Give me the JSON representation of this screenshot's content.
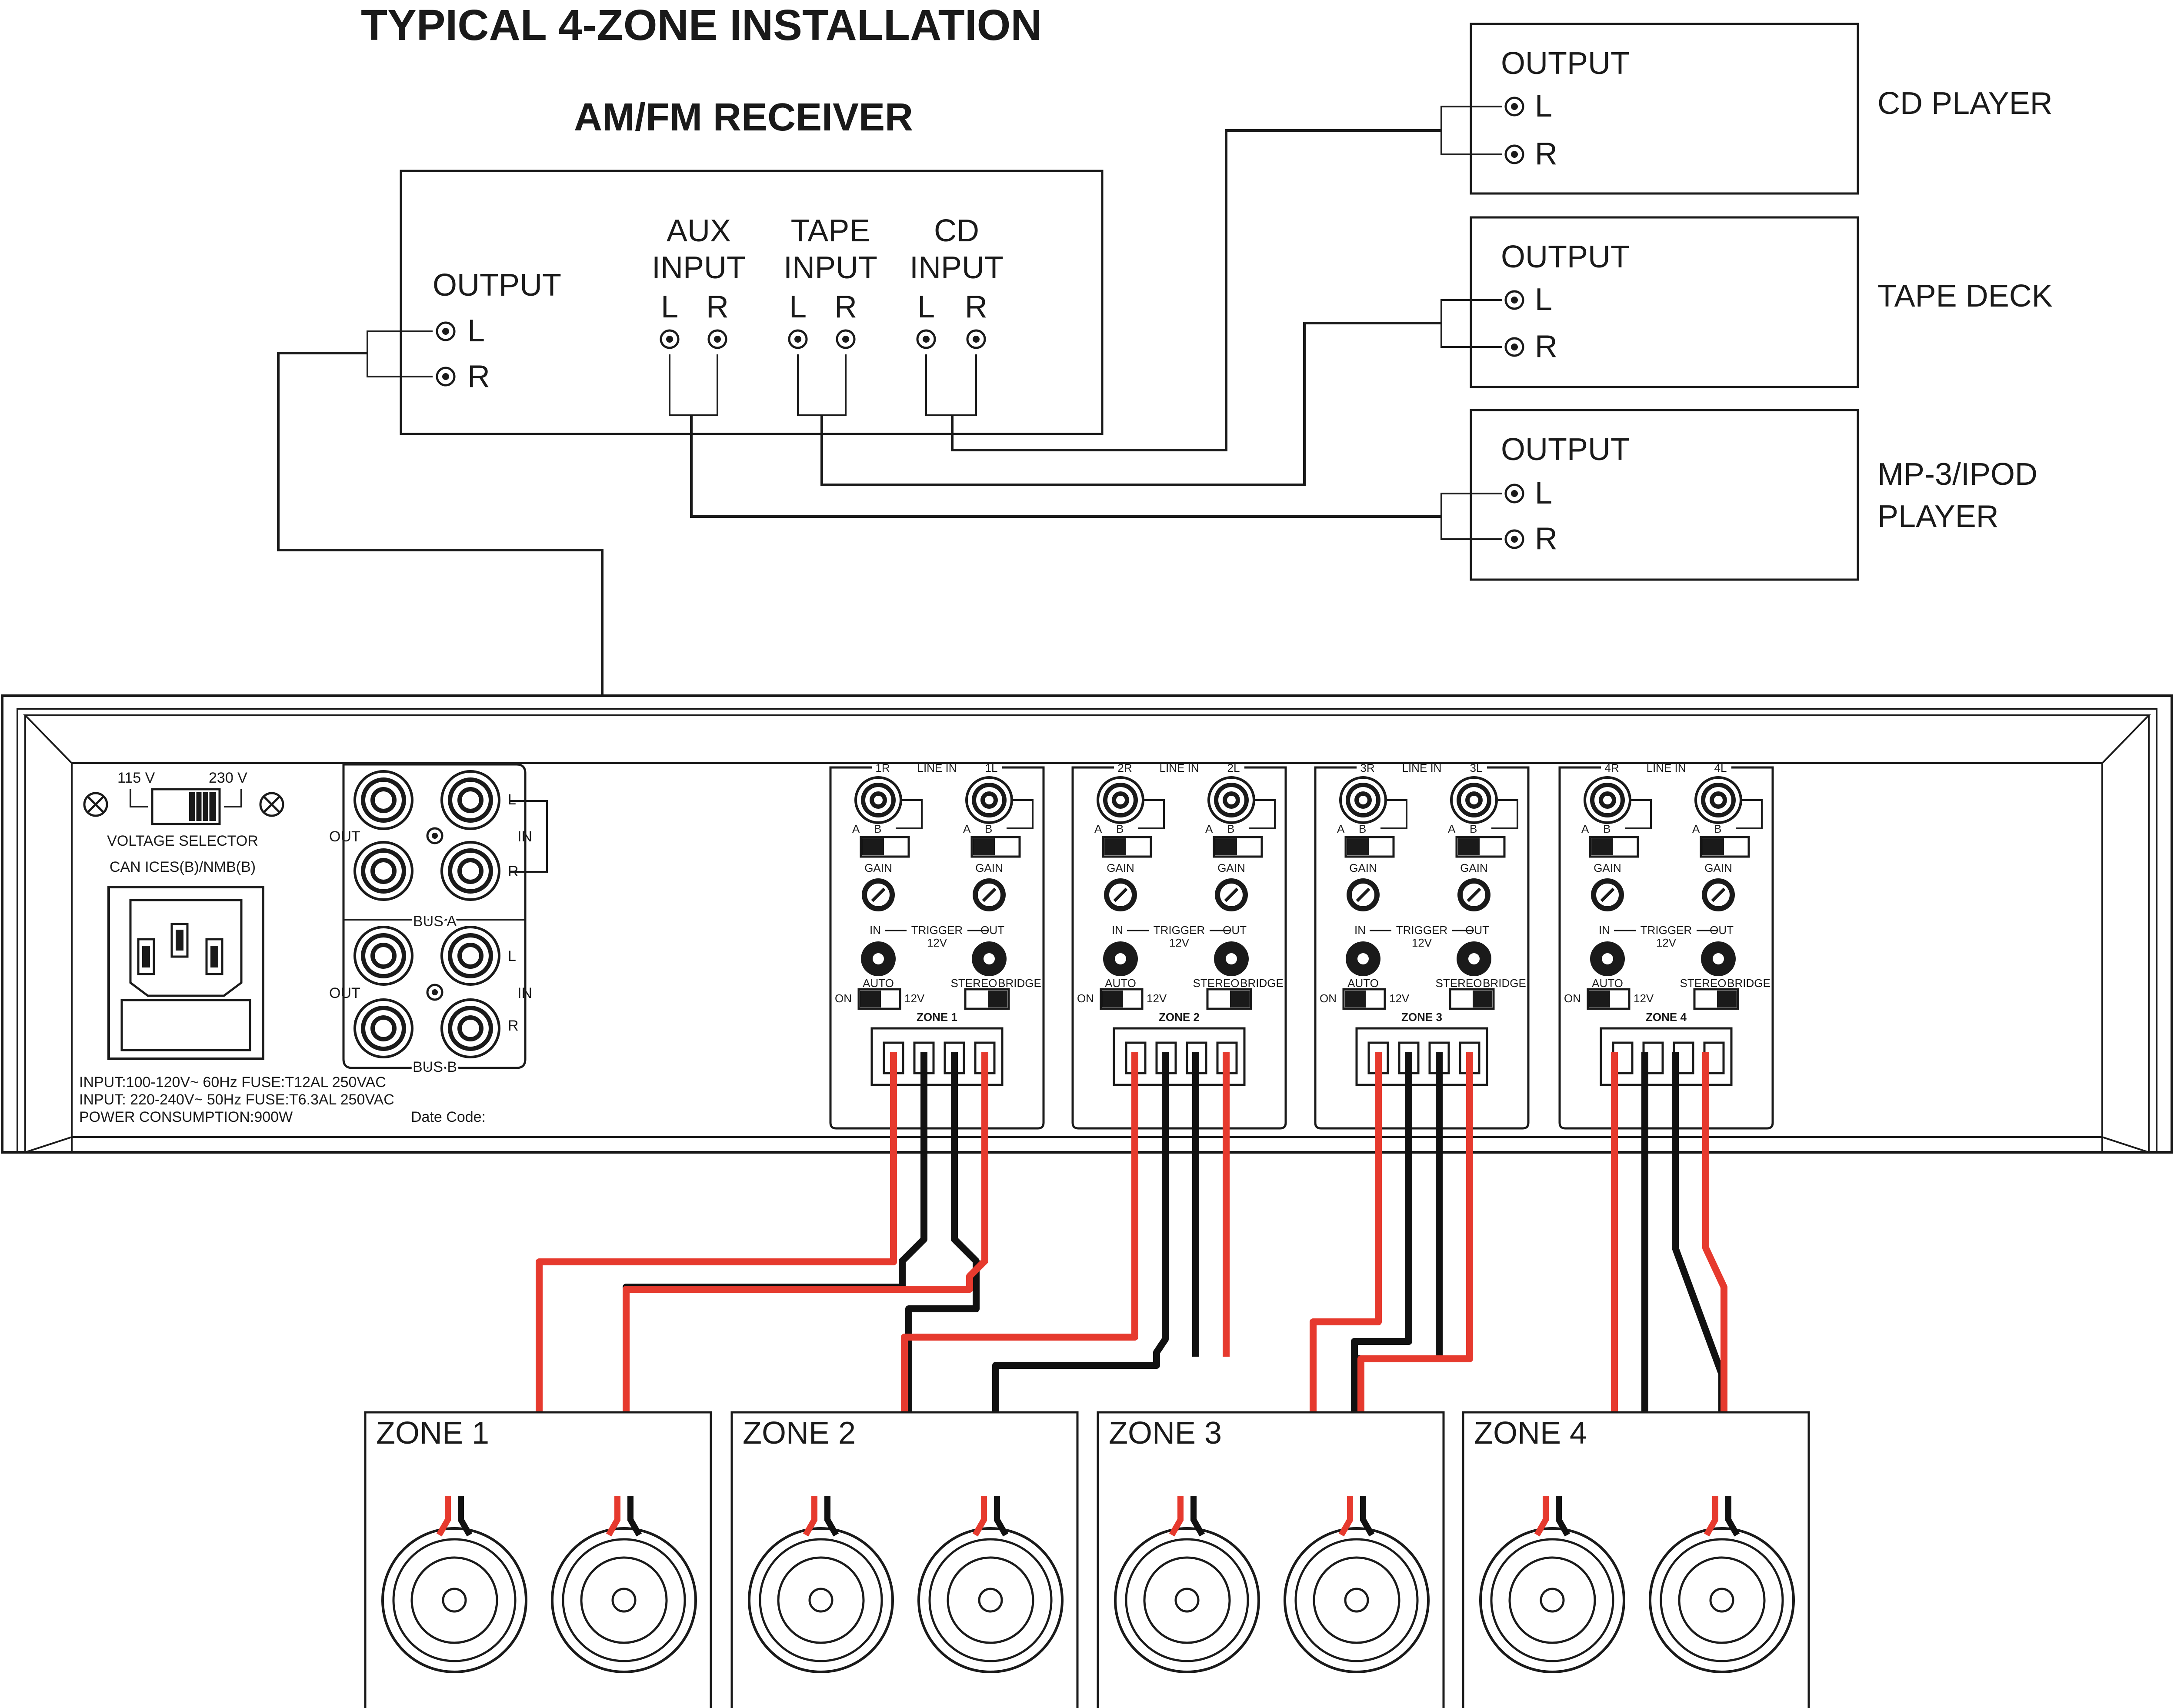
{
  "title": "TYPICAL 4-ZONE INSTALLATION",
  "receiver": {
    "title": "AM/FM RECEIVER",
    "output_label": "OUTPUT",
    "inputs": [
      {
        "line1": "AUX",
        "line2": "INPUT"
      },
      {
        "line1": "TAPE",
        "line2": "INPUT"
      },
      {
        "line1": "CD",
        "line2": "INPUT"
      }
    ]
  },
  "channels": {
    "left": "L",
    "right": "R"
  },
  "sources": [
    {
      "output_label": "OUTPUT",
      "name_line1": "CD PLAYER",
      "name_line2": ""
    },
    {
      "output_label": "OUTPUT",
      "name_line1": "TAPE DECK",
      "name_line2": ""
    },
    {
      "output_label": "OUTPUT",
      "name_line1": "MP-3/IPOD",
      "name_line2": "PLAYER"
    }
  ],
  "amplifier": {
    "voltage_115": "115 V",
    "voltage_230": "230 V",
    "voltage_selector": "VOLTAGE SELECTOR",
    "compliance": "CAN ICES(B)/NMB(B)",
    "spec_line1": "INPUT:100-120V~ 60Hz FUSE:T12AL 250VAC",
    "spec_line2": "INPUT: 220-240V~ 50Hz FUSE:T6.3AL 250VAC",
    "spec_line3": "POWER CONSUMPTION:900W",
    "date_code": "Date Code:",
    "bus_a": "BUS A",
    "bus_b": "BUS B",
    "out": "OUT",
    "in": "IN",
    "line_in": "LINE IN",
    "gain": "GAIN",
    "trigger": "TRIGGER",
    "trigger_in": "IN",
    "trigger_out": "OUT",
    "trigger_v": "12V",
    "auto": "AUTO",
    "on": "ON",
    "v12": "12V",
    "stereo": "STEREO",
    "bridge": "BRIDGE",
    "sw_a": "A",
    "sw_b": "B",
    "modules": [
      {
        "left_jack": "1R",
        "right_jack": "1L",
        "zone": "ZONE 1"
      },
      {
        "left_jack": "2R",
        "right_jack": "2L",
        "zone": "ZONE 2"
      },
      {
        "left_jack": "3R",
        "right_jack": "3L",
        "zone": "ZONE 3"
      },
      {
        "left_jack": "4R",
        "right_jack": "4L",
        "zone": "ZONE 4"
      }
    ]
  },
  "zones": [
    "ZONE 1",
    "ZONE 2",
    "ZONE 3",
    "ZONE 4"
  ],
  "colors": {
    "positive_cable": "#e63a2e",
    "negative_cable": "#111111",
    "line": "#1a1a1a"
  }
}
